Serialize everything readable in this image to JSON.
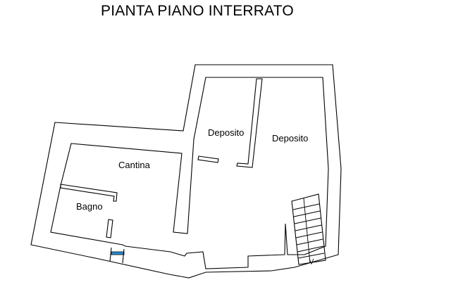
{
  "plan": {
    "title": "PIANTA PIANO INTERRATO",
    "rooms": [
      {
        "id": "deposito-left",
        "label": "Deposito"
      },
      {
        "id": "deposito-right",
        "label": "Deposito"
      },
      {
        "id": "cantina",
        "label": "Cantina"
      },
      {
        "id": "bagno",
        "label": "Bagno"
      }
    ],
    "colors": {
      "wall": "#000000",
      "window": "#2b8fd6",
      "background": "#ffffff"
    }
  }
}
